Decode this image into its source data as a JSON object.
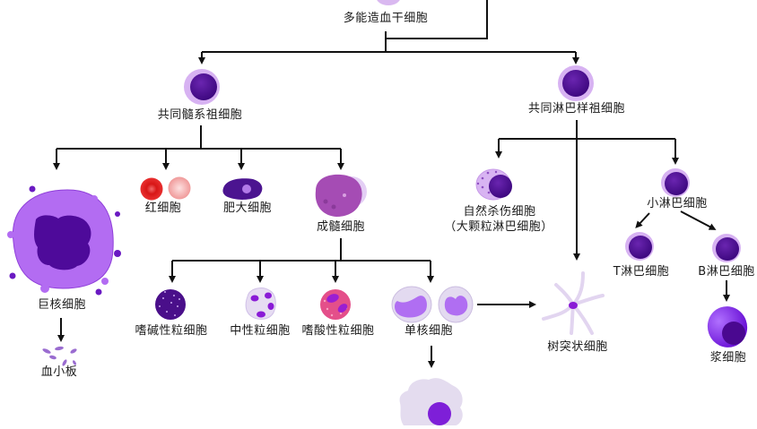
{
  "diagram": {
    "title": "Hematopoiesis lineage",
    "colors": {
      "line": "#111111",
      "nucleus": "#4a0b8c",
      "cytoplasm_light": "#d9b8f0",
      "megakaryocyte": "#b266ee",
      "rbc_dark": "#e01818",
      "rbc_light": "#f4a8a8",
      "myeloblast": "#a24bb0",
      "eosinophil": "#e6508a",
      "monocyte_bg": "#e4dcef"
    },
    "nodes": {
      "hsc": {
        "label": "多能造血干细胞"
      },
      "cmp": {
        "label": "共同髓系祖细胞"
      },
      "clp": {
        "label": "共同淋巴样祖细胞"
      },
      "megakaryocyte": {
        "label": "巨核细胞"
      },
      "platelet": {
        "label": "血小板"
      },
      "erythrocyte": {
        "label": "红细胞"
      },
      "mast": {
        "label": "肥大细胞"
      },
      "myeloblast": {
        "label": "成髓细胞"
      },
      "basophil": {
        "label": "嗜碱性粒细胞"
      },
      "neutrophil": {
        "label": "中性粒细胞"
      },
      "eosinophil": {
        "label": "嗜酸性粒细胞"
      },
      "monocyte": {
        "label": "单核细胞"
      },
      "nk": {
        "label": "自然杀伤细胞",
        "sublabel": "（大颗粒淋巴细胞）"
      },
      "dendritic": {
        "label": "树突状细胞"
      },
      "small_lymph": {
        "label": "小淋巴细胞"
      },
      "t_cell": {
        "label": "T淋巴细胞"
      },
      "b_cell": {
        "label": "B淋巴细胞"
      },
      "plasma": {
        "label": "浆细胞"
      }
    }
  }
}
